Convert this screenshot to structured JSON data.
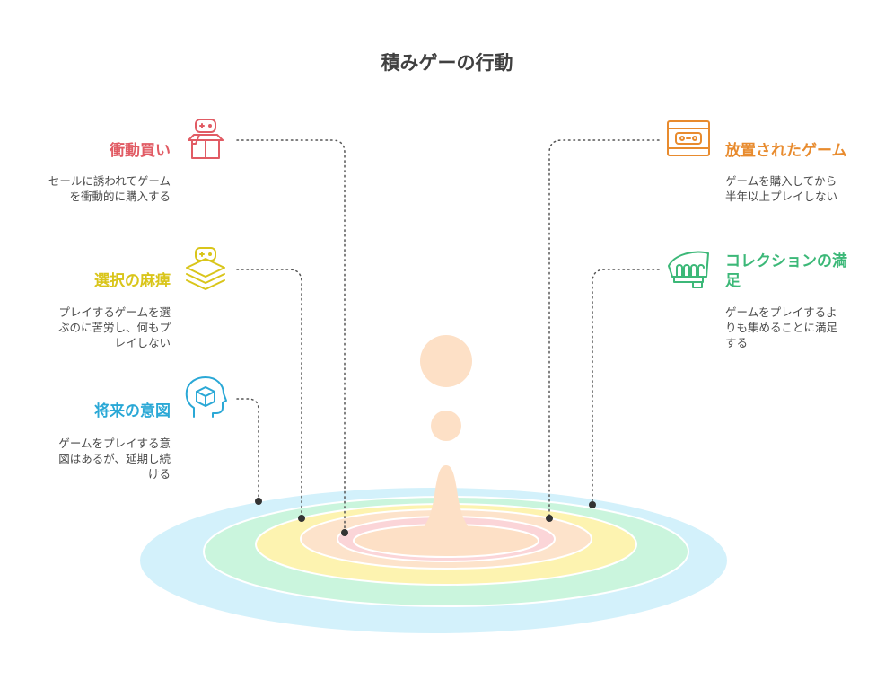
{
  "title": "積みゲーの行動",
  "colors": {
    "red": "#e15b64",
    "yellow": "#d9c51a",
    "blue": "#2aa8d6",
    "orange": "#e88b2e",
    "green": "#3cb878",
    "ring_outer": "#d3f1fb",
    "ring_green": "#caf5dd",
    "ring_yellow": "#fdf3b0",
    "ring_peach": "#fde3cb",
    "ring_pink": "#fbd5d8",
    "drop": "#fde0c6"
  },
  "items": {
    "impulse": {
      "title": "衝動買い",
      "desc": "セールに誘われてゲーム\nを衝動的に購入する",
      "icon": "gamepad-box-icon"
    },
    "choice": {
      "title": "選択の麻痺",
      "desc": "プレイするゲームを選\nぶのに苦労し、何もプ\nレイしない",
      "icon": "gamepad-stack-icon"
    },
    "intent": {
      "title": "将来の意図",
      "desc": "ゲームをプレイする意\n図はあるが、延期し続\nける",
      "icon": "head-cube-icon"
    },
    "abandoned": {
      "title": "放置されたゲーム",
      "desc": "ゲームを購入してから\n半年以上プレイしない",
      "icon": "console-icon"
    },
    "collection": {
      "title": "コレクションの満\n足",
      "desc": "ゲームをプレイするよ\nりも集めることに満足\nする",
      "icon": "crown-icon"
    }
  }
}
